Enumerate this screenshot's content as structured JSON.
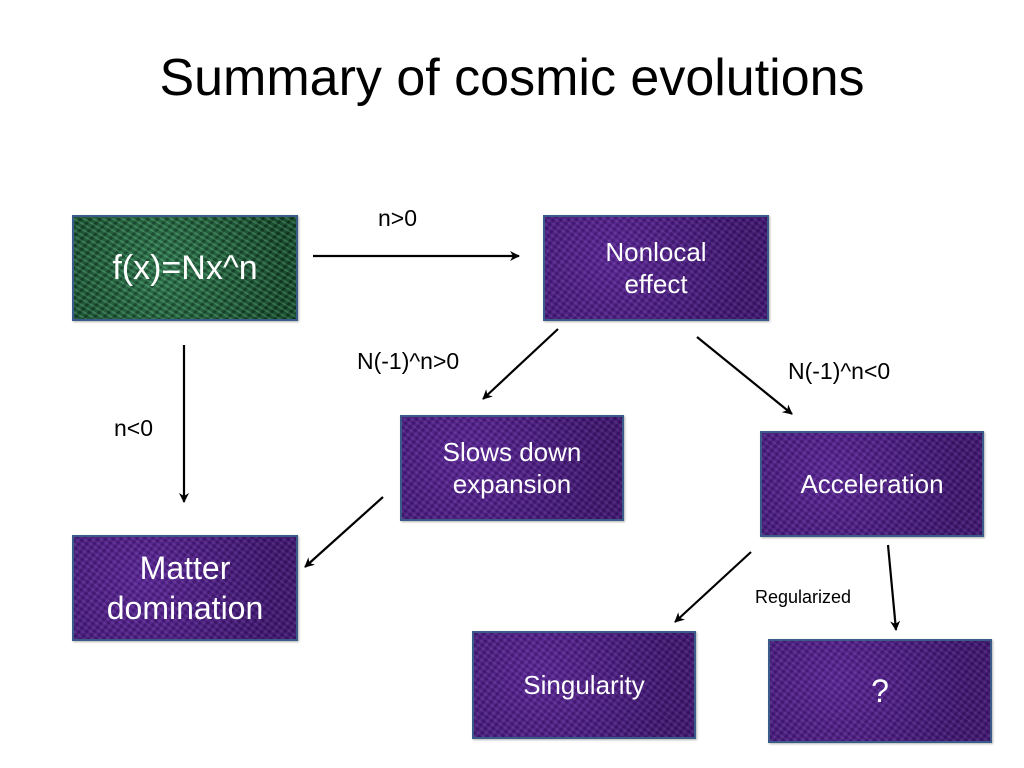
{
  "title": "Summary of cosmic evolutions",
  "boxes": {
    "function": "f(x)=Nx^n",
    "nonlocal": "Nonlocal effect",
    "matter": "Matter domination",
    "slows": "Slows down expansion",
    "acceleration": "Acceleration",
    "singularity": "Singularity",
    "unknown": "?"
  },
  "edge_labels": {
    "n_positive": "n>0",
    "n_negative": "n<0",
    "sign_positive": "N(-1)^n>0",
    "sign_negative": "N(-1)^n<0",
    "regularized": "Regularized"
  }
}
